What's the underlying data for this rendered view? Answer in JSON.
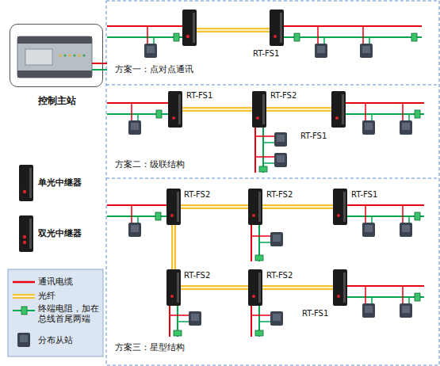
{
  "diagram": {
    "nodes": [
      {
        "text": [
          "控制主站"
        ]
      },
      {
        "text": [
          "方案一：点对点通讯"
        ]
      },
      {
        "text": [
          "RT-FS1"
        ],
        "in": 1
      },
      {
        "text": [
          "方案二：级联结构"
        ]
      },
      {
        "text": [
          "RT-FS1"
        ],
        "in": 3
      },
      {
        "text": [
          "RT-FS2"
        ],
        "in": 3
      },
      {
        "text": [
          "RT-FS1"
        ],
        "in": 3
      },
      {
        "text": [
          "方案三：星型结构"
        ]
      },
      {
        "text": [
          "RT-FS2"
        ],
        "in": 7
      },
      {
        "text": [
          "RT-FS2"
        ],
        "in": 7
      },
      {
        "text": [
          "RT-FS1"
        ],
        "in": 7
      },
      {
        "text": [
          "RT-FS2"
        ],
        "in": 7
      },
      {
        "text": [
          "RT-FS2"
        ],
        "in": 7
      },
      {
        "text": [
          "RT-FS1"
        ],
        "in": 7
      }
    ],
    "edges": [
      {
        "from": 4,
        "to": 5,
        "arrow": "none"
      },
      {
        "from": 5,
        "to": 6,
        "arrow": "none"
      },
      {
        "from": 8,
        "to": 9,
        "arrow": "none"
      },
      {
        "from": 9,
        "to": 10,
        "arrow": "none"
      },
      {
        "from": 8,
        "to": 11,
        "arrow": "none"
      },
      {
        "from": 11,
        "to": 12,
        "arrow": "none"
      },
      {
        "from": 12,
        "to": 13,
        "arrow": "none"
      }
    ],
    "legend": [
      {
        "text": "单光中继器"
      },
      {
        "text": "双光中继器"
      },
      {
        "text": "通讯电缆"
      },
      {
        "text": "光纤"
      },
      {
        "text": "终端电阻，加在总线首尾两端"
      },
      {
        "text": "分布从站"
      }
    ]
  }
}
